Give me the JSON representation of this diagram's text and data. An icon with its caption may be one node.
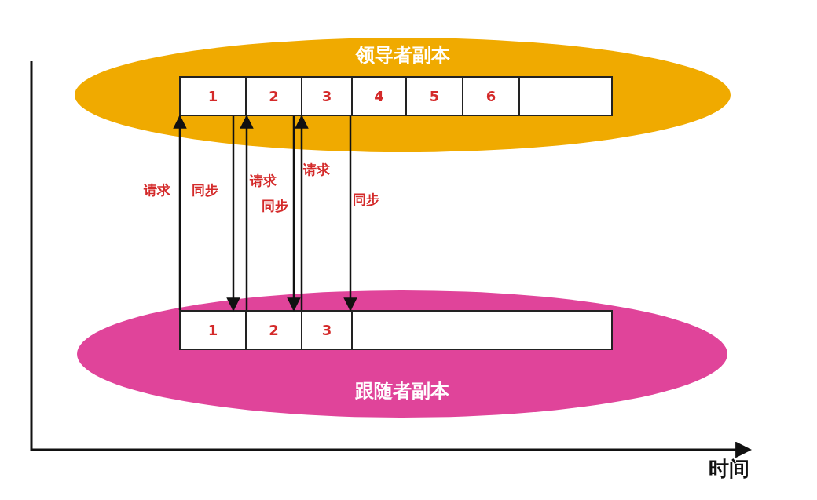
{
  "diagram": {
    "nodes": [
      {
        "text": [
          "领导者副本"
        ]
      },
      {
        "text": [
          "1"
        ],
        "in": 0
      },
      {
        "text": [
          "2"
        ],
        "in": 0
      },
      {
        "text": [
          "3"
        ],
        "in": 0
      },
      {
        "text": [
          "4"
        ],
        "in": 0
      },
      {
        "text": [
          "5"
        ],
        "in": 0
      },
      {
        "text": [
          "6"
        ],
        "in": 0
      },
      {
        "text": [],
        "shape": "box",
        "in": 0
      },
      {
        "text": [
          "跟随者副本"
        ]
      },
      {
        "text": [
          "1"
        ],
        "in": 8
      },
      {
        "text": [
          "2"
        ],
        "in": 8
      },
      {
        "text": [
          "3"
        ],
        "in": 8
      },
      {
        "text": [],
        "shape": "box",
        "in": 8
      }
    ],
    "edges": [
      {
        "from": 9,
        "to": 1,
        "arrow": "to",
        "label": "请求"
      },
      {
        "from": 1,
        "to": 9,
        "arrow": "to",
        "label": "同步"
      },
      {
        "from": 10,
        "to": 2,
        "arrow": "to",
        "label": "请求"
      },
      {
        "from": 2,
        "to": 10,
        "arrow": "to",
        "label": "同步"
      },
      {
        "from": 11,
        "to": 3,
        "arrow": "to",
        "label": "请求"
      },
      {
        "from": 3,
        "to": 11,
        "arrow": "to",
        "label": "同步"
      }
    ],
    "labels": [
      "时间"
    ]
  }
}
